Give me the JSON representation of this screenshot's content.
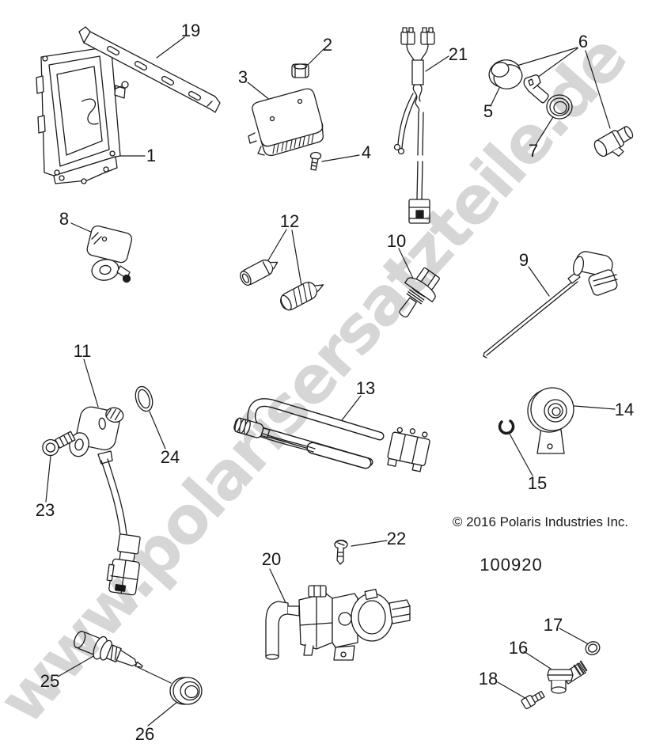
{
  "diagram": {
    "type": "exploded-parts-diagram",
    "watermark": {
      "text": "www.polarisersatzteile.de",
      "color": "#d6d6d6"
    },
    "copyright": "© 2016 Polaris Industries Inc.",
    "drawing_number": "100920",
    "line_color": "#1c1c1c",
    "callouts": [
      {
        "ref": "1",
        "part": "ecu-control-module"
      },
      {
        "ref": "2",
        "part": "flange-nut"
      },
      {
        "ref": "3",
        "part": "finned-relay-module"
      },
      {
        "ref": "4",
        "part": "screw"
      },
      {
        "ref": "5",
        "part": "round-cap-sensor"
      },
      {
        "ref": "6",
        "part": "switch-sensor-kit"
      },
      {
        "ref": "7",
        "part": "grommet-ring"
      },
      {
        "ref": "8",
        "part": "map-sensor"
      },
      {
        "ref": "9",
        "part": "long-probe-sensor"
      },
      {
        "ref": "10",
        "part": "coolant-temperature-sensor"
      },
      {
        "ref": "11",
        "part": "speed-sensor-with-lead"
      },
      {
        "ref": "12",
        "part": "cylindrical-caps"
      },
      {
        "ref": "13",
        "part": "bent-tube-sensor-assembly"
      },
      {
        "ref": "14",
        "part": "horn"
      },
      {
        "ref": "15",
        "part": "e-clip"
      },
      {
        "ref": "16",
        "part": "elbow-fitting"
      },
      {
        "ref": "17",
        "part": "o-ring-small"
      },
      {
        "ref": "18",
        "part": "hex-bolt-small"
      },
      {
        "ref": "19",
        "part": "mounting-bracket"
      },
      {
        "ref": "20",
        "part": "purge-valve-assembly"
      },
      {
        "ref": "21",
        "part": "jumper-harness"
      },
      {
        "ref": "22",
        "part": "pan-head-screw"
      },
      {
        "ref": "23",
        "part": "socket-head-bolt"
      },
      {
        "ref": "24",
        "part": "o-ring"
      },
      {
        "ref": "25",
        "part": "temperature-sender"
      },
      {
        "ref": "26",
        "part": "grommet-bushing"
      }
    ]
  }
}
